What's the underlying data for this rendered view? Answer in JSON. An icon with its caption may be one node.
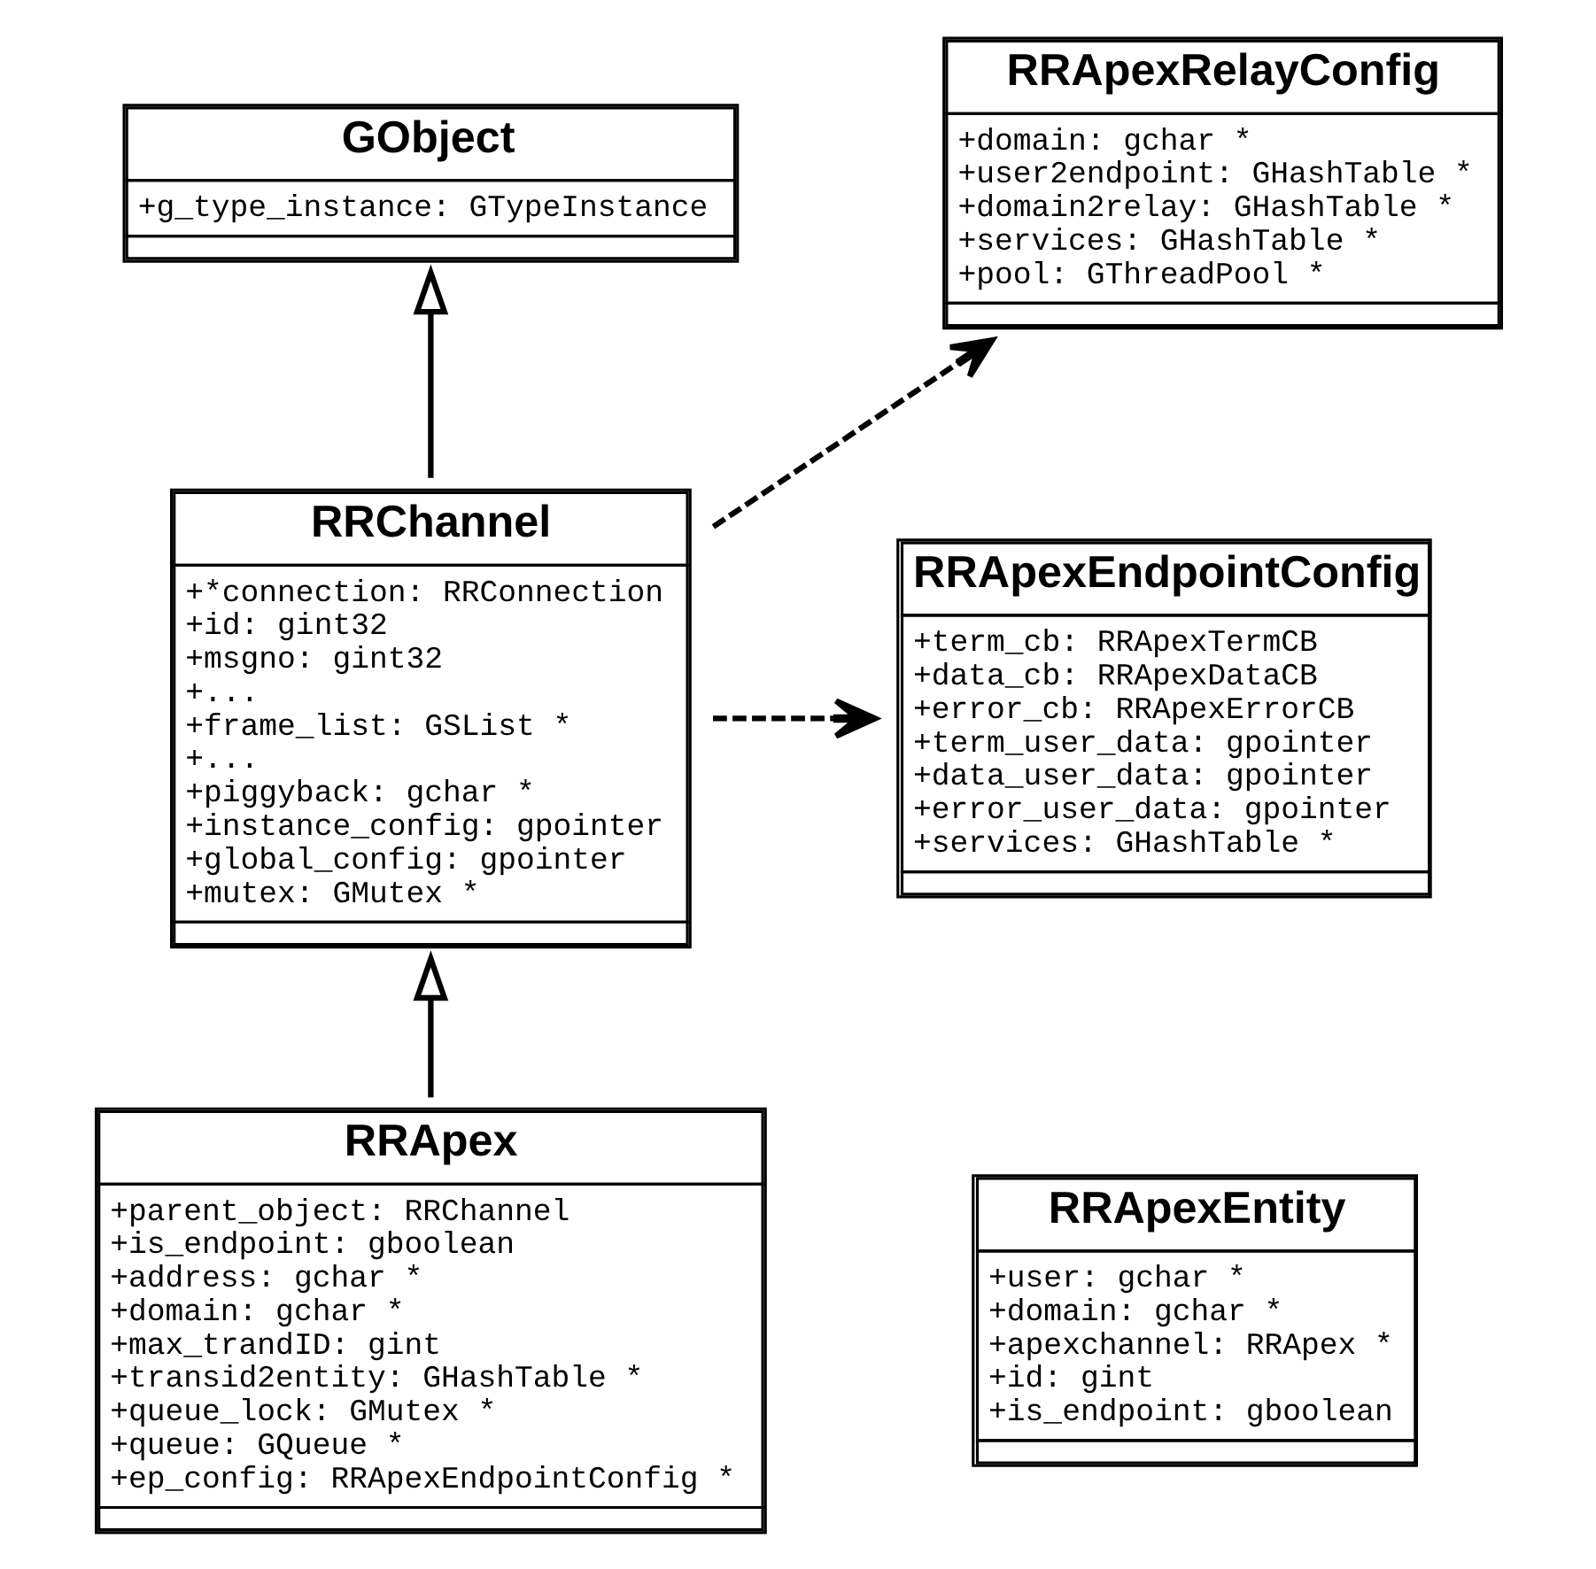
{
  "diagram": {
    "nodes": [
      {
        "text": [
          "GObject",
          "+g_type_instance: GTypeInstance"
        ]
      },
      {
        "text": [
          "RRApexRelayConfig",
          "+domain: gchar *",
          "+user2endpoint: GHashTable *",
          "+domain2relay: GHashTable *",
          "+services: GHashTable *",
          "+pool: GThreadPool *"
        ]
      },
      {
        "text": [
          "RRChannel",
          "+*connection: RRConnection",
          "+id: gint32",
          "+msgno: gint32",
          "+...",
          "+frame_list: GSList *",
          "+...",
          "+piggyback: gchar *",
          "+instance_config: gpointer",
          "+global_config: gpointer",
          "+mutex: GMutex *"
        ]
      },
      {
        "text": [
          "RRApexEndpointConfig",
          "+term_cb: RRApexTermCB",
          "+data_cb: RRApexDataCB",
          "+error_cb: RRApexErrorCB",
          "+term_user_data: gpointer",
          "+data_user_data: gpointer",
          "+error_user_data: gpointer",
          "+services: GHashTable *"
        ]
      },
      {
        "text": [
          "RRApexEntity",
          "+user: gchar *",
          "+domain: gchar *",
          "+apexchannel: RRApex *",
          "+id: gint",
          "+is_endpoint: gboolean"
        ]
      },
      {
        "text": [
          "RRApex",
          "+parent_object: RRChannel",
          "+is_endpoint: gboolean",
          "+address: gchar *",
          "+domain: gchar *",
          "+max_trandID: gint",
          "+transid2entity: GHashTable *",
          "+queue_lock: GMutex *",
          "+queue: GQueue *",
          "+ep_config: RRApexEndpointConfig *"
        ]
      }
    ],
    "edges": [
      {
        "from": 2,
        "to": 0,
        "arrow": "to"
      },
      {
        "from": 2,
        "to": 1,
        "arrow": "to",
        "style": "dashed"
      },
      {
        "from": 2,
        "to": 3,
        "arrow": "to",
        "style": "dashed"
      },
      {
        "from": 5,
        "to": 2,
        "arrow": "to"
      }
    ]
  }
}
